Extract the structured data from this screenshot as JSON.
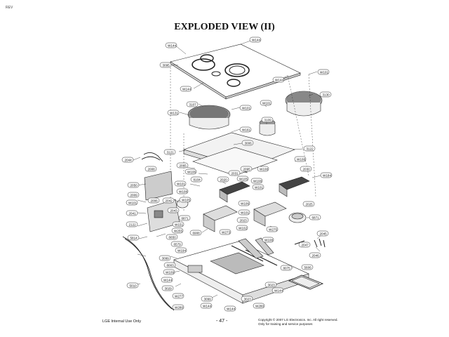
{
  "header": {
    "revision": "REV",
    "title": "EXPLODED VIEW (II)"
  },
  "callouts": {
    "w144_a": "W144",
    "w144_b": "W144",
    "w144_c": "W144",
    "w144_d": "W144",
    "w144_e": "W144",
    "w144_f": "W144",
    "w144_g": "W144",
    "w144_h": "W144",
    "p3095": "3095",
    "w101_a": "W101",
    "p3130": "3130",
    "p3107": "3107",
    "w101_b": "W101",
    "w131": "W131",
    "w101_c": "W101",
    "p3109": "3109",
    "w161": "W161",
    "p3006": "3006",
    "p3121": "3121",
    "p3122": "3122",
    "p2044": "2044",
    "p2065": "2065",
    "w108_a": "W108",
    "p2008": "2008",
    "w106_a": "W106",
    "p2020": "2020",
    "p2031": "2031",
    "p2095": "2095",
    "w108_b": "W108",
    "p2030": "2030",
    "w184": "W184",
    "p2050": "2050",
    "w101_d": "W101",
    "p8104_a": "8104",
    "w105": "W105",
    "w108_c": "W108",
    "p2009": "2009",
    "w108_d": "W108",
    "w105_b": "W105",
    "w101_e": "W101",
    "p2042": "2042",
    "w101_f": "W101",
    "w106_b": "W106",
    "p2025": "2025",
    "p2006": "2006",
    "p2043": "2043",
    "p2041": "2041",
    "w101_g": "W101",
    "w151": "W151",
    "p6871_a": "6871",
    "p6871_b": "6871",
    "p2122": "2122",
    "w255": "W255",
    "p6908": "6908",
    "w273": "W273",
    "w102": "W102",
    "p2023": "2023",
    "w275": "W275",
    "p2045": "2045",
    "p5814": "5814",
    "p6650": "6650",
    "w108_e": "W108",
    "p2047": "2047",
    "p6579": "6579",
    "w194": "W194",
    "p2046": "2046",
    "p3099": "3099",
    "p8003": "8003",
    "p8075": "8075",
    "p5606": "5606",
    "w109": "W109",
    "p5010": "5010",
    "w144_i": "W144",
    "p3029": "3029",
    "p3023": "3023",
    "w277": "W277",
    "w144_j": "W144",
    "w280": "W280",
    "p3099_b": "3099",
    "w144_k": "W144",
    "w280_b": "W280"
  },
  "footer": {
    "left": "LGE Internal Use Only",
    "page": "- 47 -",
    "copyright": "Copyright © 2007 LG Electronics. Inc. All right reserved.",
    "note": "Only for training and service purposes"
  }
}
